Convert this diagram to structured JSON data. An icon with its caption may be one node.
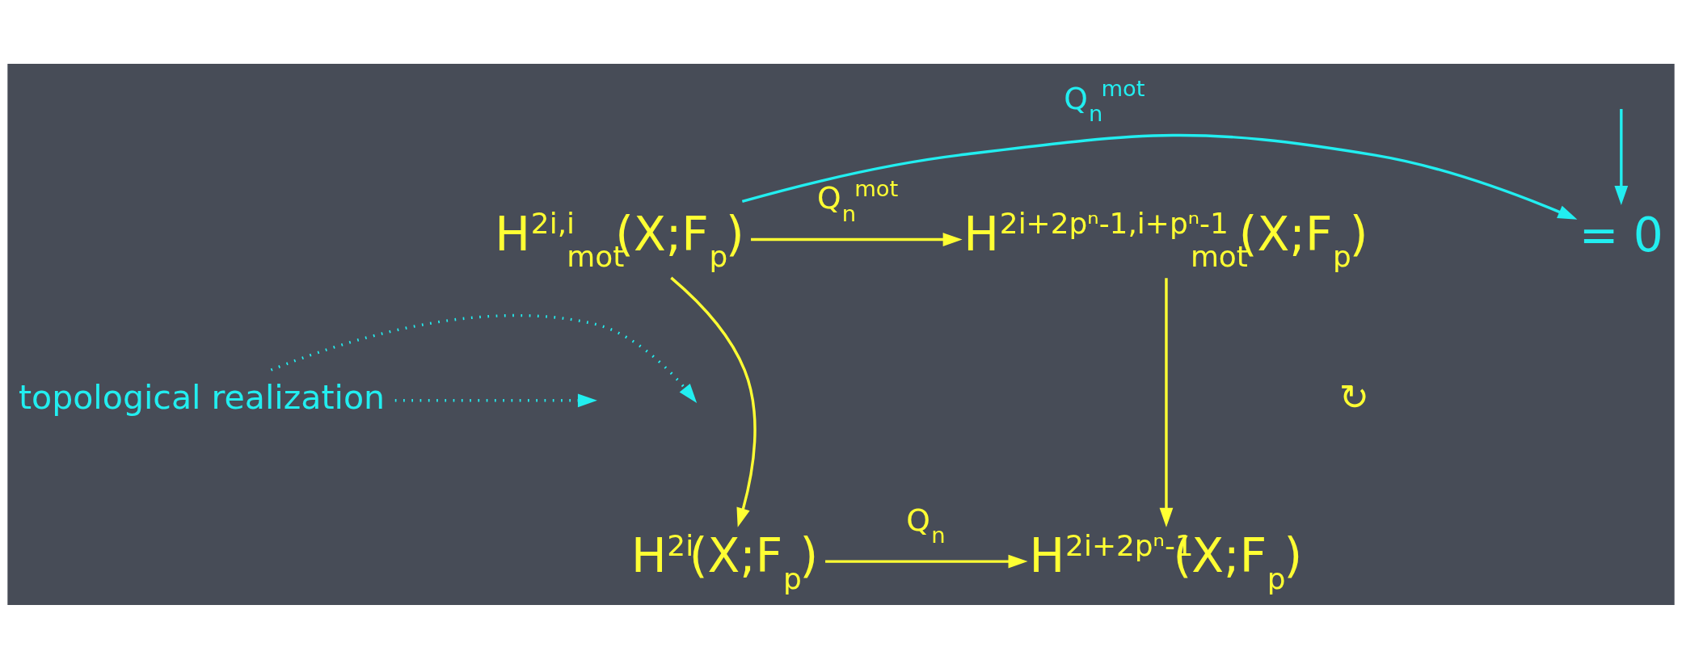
{
  "diagram": {
    "nodes": [
      {
        "text": [
          "H$^{2i,i}$$_{mot}$(X;F$_{p}$)"
        ]
      },
      {
        "text": [
          "H$^{2i+2pⁿ-1,i+pⁿ-1}$$_{mot}$(X;F$_{p}$)"
        ]
      },
      {
        "text": [
          "= 0"
        ]
      },
      {
        "text": [
          "topological realization"
        ]
      },
      {
        "text": [
          "H$^{2i}$(X;F$_{p}$)"
        ]
      },
      {
        "text": [
          "H$^{2i+2pⁿ-1}$(X;F$_{p}$)"
        ]
      }
    ],
    "edges": [
      {
        "from": null,
        "to": 2,
        "arrow": "to",
        "color": "#22eef0"
      },
      {
        "from": 0,
        "to": 1,
        "arrow": "to",
        "label": "Q$_{n}$$^{mot}$",
        "color": "#ffff33"
      },
      {
        "from": 0,
        "to": 2,
        "arrow": "to",
        "label": "Q$_{n}$$^{mot}$",
        "color": "#22eef0"
      },
      {
        "from": 0,
        "to": 4,
        "arrow": "to",
        "color": "#ffff33"
      },
      {
        "from": 1,
        "to": 5,
        "arrow": "to",
        "color": "#ffff33"
      },
      {
        "from": 3,
        "to": null,
        "arrow": "to",
        "style": "dashed",
        "color": "#22eef0"
      },
      {
        "from": 3,
        "to": null,
        "arrow": "to",
        "style": "dashed",
        "color": "#22eef0"
      },
      {
        "from": 4,
        "to": 5,
        "arrow": "to",
        "label": "Q$_{n}$",
        "color": "#ffff33"
      }
    ],
    "labels": [
      "↻"
    ]
  }
}
